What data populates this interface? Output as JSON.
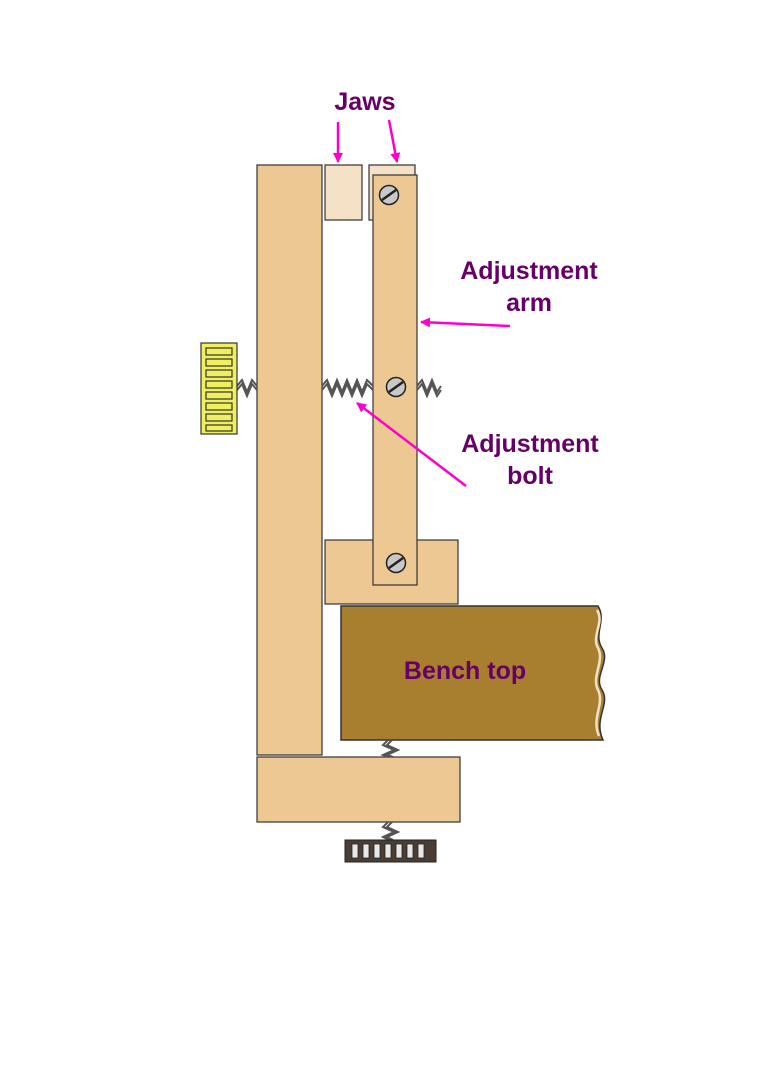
{
  "labels": {
    "jaws": "Jaws",
    "adjustment_arm_line1": "Adjustment",
    "adjustment_arm_line2": "arm",
    "adjustment_bolt_line1": "Adjustment",
    "adjustment_bolt_line2": "bolt",
    "bench_top": "Bench top"
  },
  "colors": {
    "label_text": "#660066",
    "arrow": "#ff00cc",
    "wood": "#edc893",
    "jaw_left": "#f5e2c6",
    "bench_top": "#a87f2f",
    "adjuster_knob": "#f0ef5e",
    "clamp_knob": "#4a3d33",
    "outline": "#333333"
  },
  "icons": [
    "screw-head-icon",
    "threaded-bolt-icon",
    "knurled-knob-icon"
  ]
}
